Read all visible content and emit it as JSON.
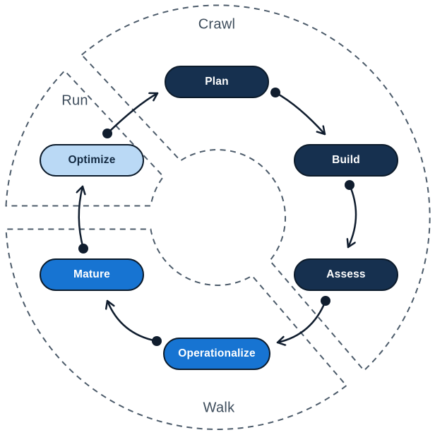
{
  "diagram": {
    "type": "cyclic-maturity-model",
    "phases": [
      {
        "id": "crawl",
        "label": "Crawl"
      },
      {
        "id": "walk",
        "label": "Walk"
      },
      {
        "id": "run",
        "label": "Run"
      }
    ],
    "stages": [
      {
        "id": "plan",
        "label": "Plan",
        "phase": "Crawl",
        "fill": "#16304f",
        "text_color": "#ffffff"
      },
      {
        "id": "build",
        "label": "Build",
        "phase": "Crawl",
        "fill": "#16304f",
        "text_color": "#ffffff"
      },
      {
        "id": "assess",
        "label": "Assess",
        "phase": "Crawl",
        "fill": "#16304f",
        "text_color": "#ffffff"
      },
      {
        "id": "operationalize",
        "label": "Operationalize",
        "phase": "Walk",
        "fill": "#1774d2",
        "text_color": "#ffffff"
      },
      {
        "id": "mature",
        "label": "Mature",
        "phase": "Walk",
        "fill": "#1774d2",
        "text_color": "#ffffff"
      },
      {
        "id": "optimize",
        "label": "Optimize",
        "phase": "Run",
        "fill": "#bad9f5",
        "text_color": "#132a42"
      }
    ],
    "flow_order": [
      "Plan",
      "Build",
      "Assess",
      "Operationalize",
      "Mature",
      "Optimize"
    ],
    "colors": {
      "dark_navy_pill": "#16304f",
      "bright_blue_pill": "#1774d2",
      "light_blue_pill": "#bad9f5",
      "pill_outline": "#0c1b2b",
      "dashed_sector_line": "#4c5b6a",
      "phase_label_text": "#3e4d5c",
      "arrow": "#101d2e",
      "background": "#ffffff"
    }
  }
}
